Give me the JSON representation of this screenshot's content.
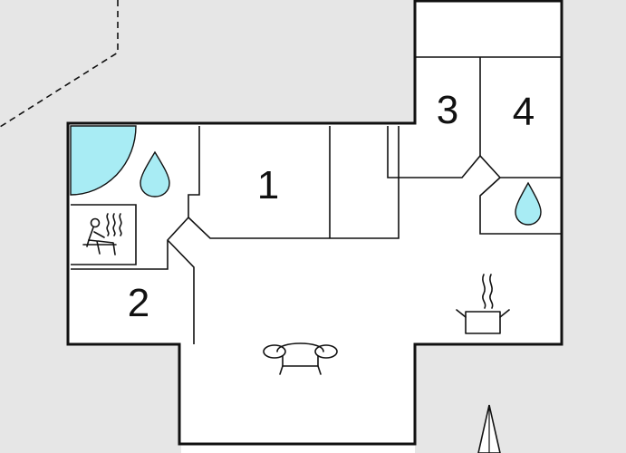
{
  "plan": {
    "colors": {
      "outside": "#e6e6e6",
      "floor": "#ffffff",
      "wall": "#111111",
      "water": "#a8ecf4"
    },
    "rooms": [
      {
        "id": "room-1",
        "label": "1"
      },
      {
        "id": "room-2",
        "label": "2"
      },
      {
        "id": "room-3",
        "label": "3"
      },
      {
        "id": "room-4",
        "label": "4"
      }
    ],
    "icons": [
      "hot-tub-icon",
      "water-drop-icon",
      "sauna-icon",
      "cooking-pot-icon",
      "sofa-icon",
      "north-arrow-icon"
    ]
  }
}
